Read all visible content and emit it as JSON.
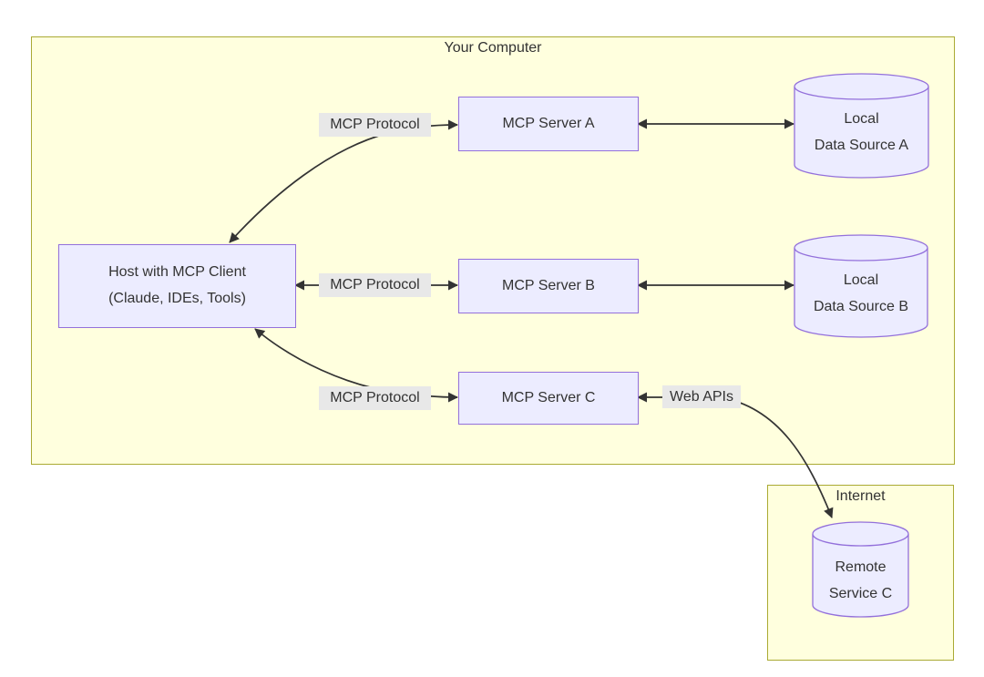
{
  "diagram": {
    "type": "flowchart",
    "clusters": {
      "your_computer": {
        "title": "Your Computer"
      },
      "internet": {
        "title": "Internet"
      }
    },
    "nodes": {
      "host": {
        "line1": "Host with MCP Client",
        "line2": "(Claude, IDEs, Tools)"
      },
      "server_a": {
        "label": "MCP Server A"
      },
      "server_b": {
        "label": "MCP Server B"
      },
      "server_c": {
        "label": "MCP Server C"
      },
      "data_source_a": {
        "line1": "Local",
        "line2": "Data Source A"
      },
      "data_source_b": {
        "line1": "Local",
        "line2": "Data Source B"
      },
      "remote_service_c": {
        "line1": "Remote",
        "line2": "Service C"
      }
    },
    "edge_labels": {
      "host_server_a": "MCP Protocol",
      "host_server_b": "MCP Protocol",
      "host_server_c": "MCP Protocol",
      "server_c_remote": "Web APIs"
    },
    "edges": [
      {
        "from": "Host with MCP Client (Claude, IDEs, Tools)",
        "to": "MCP Server A",
        "label": "MCP Protocol",
        "arrows": "both"
      },
      {
        "from": "Host with MCP Client (Claude, IDEs, Tools)",
        "to": "MCP Server B",
        "label": "MCP Protocol",
        "arrows": "both"
      },
      {
        "from": "Host with MCP Client (Claude, IDEs, Tools)",
        "to": "MCP Server C",
        "label": "MCP Protocol",
        "arrows": "both"
      },
      {
        "from": "MCP Server A",
        "to": "Local Data Source A",
        "label": "",
        "arrows": "both"
      },
      {
        "from": "MCP Server B",
        "to": "Local Data Source B",
        "label": "",
        "arrows": "both"
      },
      {
        "from": "MCP Server C",
        "to": "Remote Service C",
        "label": "Web APIs",
        "arrows": "both"
      }
    ],
    "colors": {
      "cluster_fill": "#ffffde",
      "cluster_border": "#aaaa33",
      "node_fill": "#ececff",
      "node_border": "#9370db",
      "edge_label_bg": "#e8e8e8",
      "line": "#333333",
      "text": "#333333"
    }
  }
}
